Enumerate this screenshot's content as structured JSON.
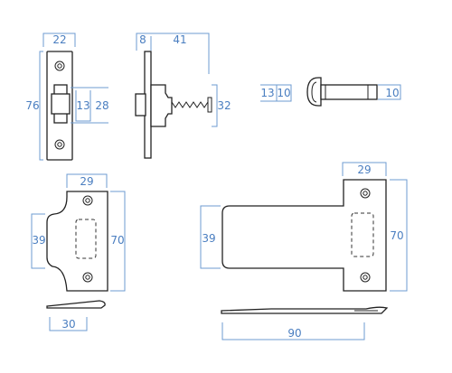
{
  "colors": {
    "outline": "#222222",
    "dimension": "#4a7ec0"
  },
  "dimensions": {
    "latch_width": "22",
    "latch_height": "76",
    "latch_bolt_height": "28",
    "latch_bolt_width": "13",
    "latch_plate_depth": "8",
    "latch_body_length": "41",
    "latch_side_height": "32",
    "spindle_hub_outer": "13",
    "spindle_hub_inner": "10",
    "spindle_bar": "10",
    "strike_width": "29",
    "strike_lip_height": "39",
    "strike_height": "70",
    "strike_depth": "30",
    "long_strike_width": "29",
    "long_strike_lip_height": "39",
    "long_strike_height": "70",
    "long_strike_length": "90"
  }
}
